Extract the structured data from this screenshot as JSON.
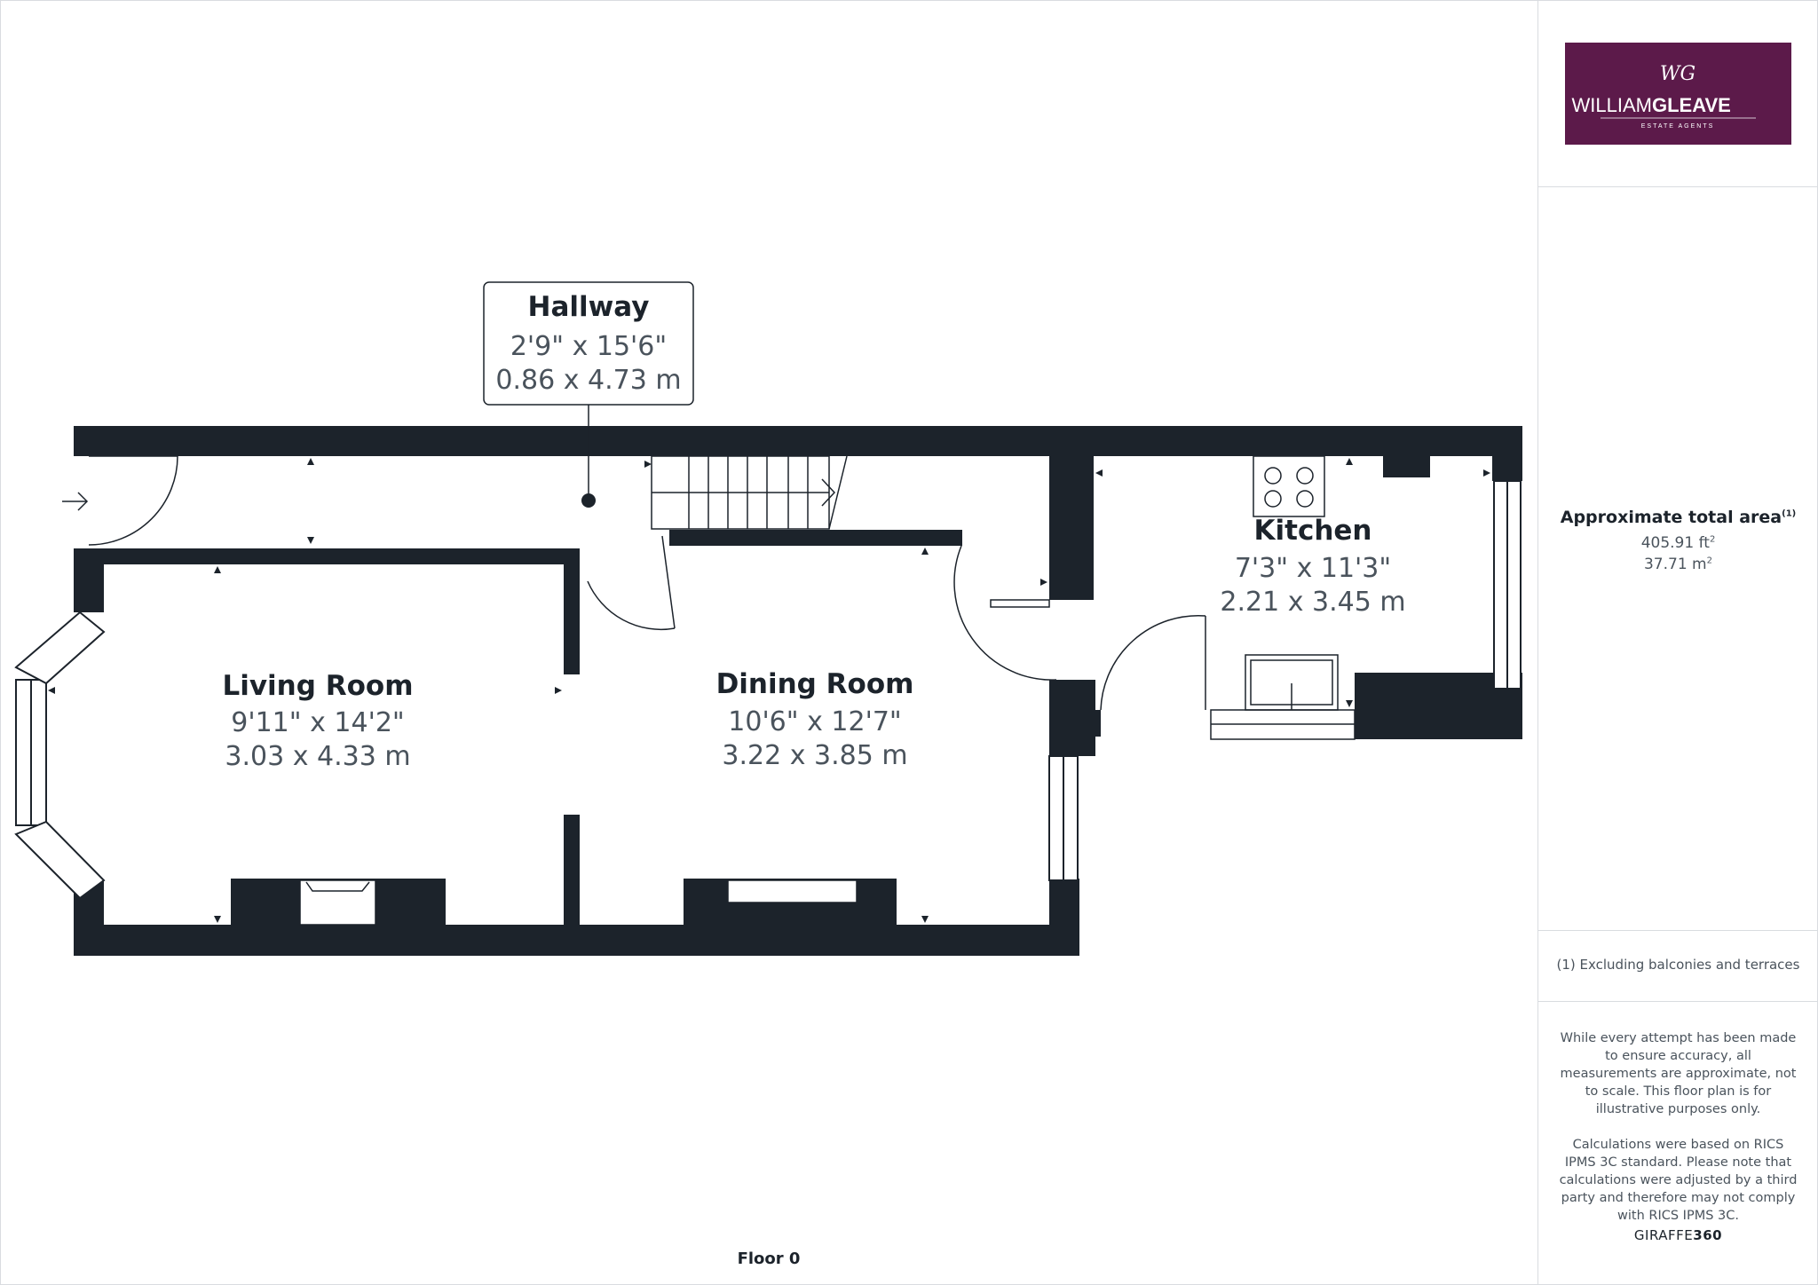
{
  "rooms": {
    "hallway": {
      "name": "Hallway",
      "imperial": "2'9\" x 15'6\"",
      "metric": "0.86 x 4.73 m"
    },
    "living_room": {
      "name": "Living Room",
      "imperial": "9'11\" x 14'2\"",
      "metric": "3.03 x 4.33 m"
    },
    "dining_room": {
      "name": "Dining Room",
      "imperial": "10'6\" x 12'7\"",
      "metric": "3.22 x 3.85 m"
    },
    "kitchen": {
      "name": "Kitchen",
      "imperial": "7'3\" x 11'3\"",
      "metric": "2.21 x 3.45 m"
    }
  },
  "floor_label": "Floor 0",
  "sidebar": {
    "logo": {
      "text_left": "WILLIAM",
      "text_right": "GLEAVE",
      "tagline": "ESTATE AGENTS",
      "monogram": "WG",
      "bg_color": "#5c1a4a"
    },
    "area_title": "Approximate total area",
    "area_note_marker": "(1)",
    "area_sqft": "405.91 ft",
    "area_sqm": "37.71 m",
    "area_unit_sup": "2",
    "footnote": "(1) Excluding balconies and terraces",
    "disclaimer_1": "While every attempt has been made to ensure accuracy, all measurements are approximate, not to scale. This floor plan is for illustrative purposes only.",
    "disclaimer_2": "Calculations were based on RICS IPMS 3C standard. Please note that calculations were adjusted by a third party and therefore may not comply with RICS IPMS 3C.",
    "brand_left": "GIRAFFE",
    "brand_right": "360"
  },
  "colors": {
    "wall": "#1c232b",
    "text_dark": "#1c232b",
    "text_grey": "#4a535c",
    "logo_bg": "#5c1a4a",
    "divider": "#d9dce0"
  }
}
